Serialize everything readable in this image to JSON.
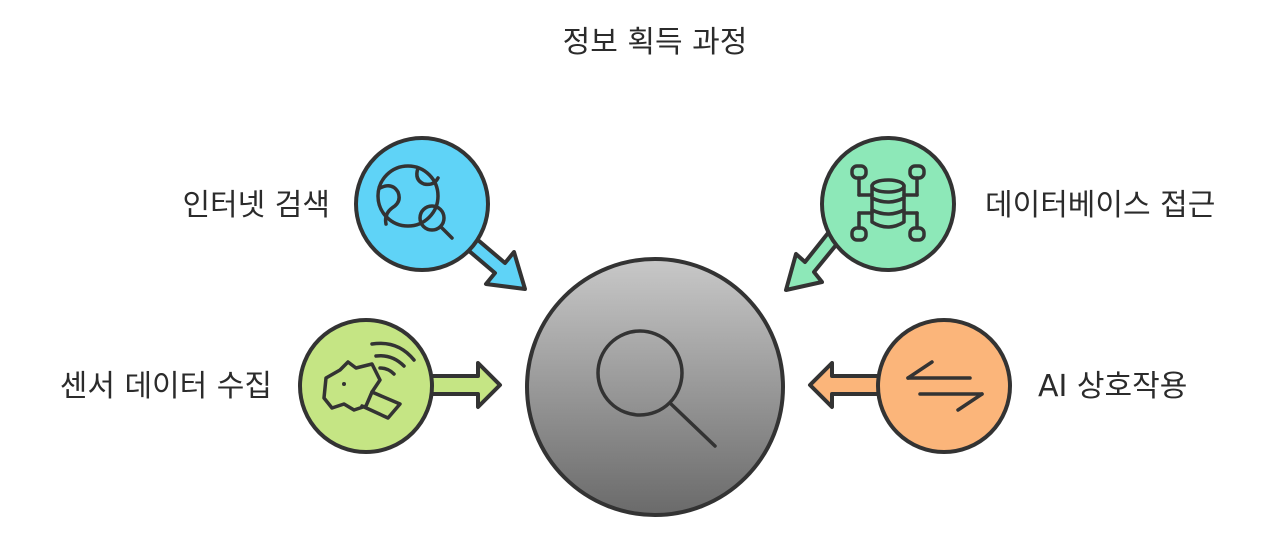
{
  "title": "정보 획득 과정",
  "center": {
    "icon": "magnifier-icon",
    "color": "#8a8a8a"
  },
  "sources": [
    {
      "id": "internet",
      "label": "인터넷 검색",
      "icon": "globe-search-icon",
      "color": "#5fd3f7"
    },
    {
      "id": "database",
      "label": "데이터베이스 접근",
      "icon": "database-network-icon",
      "color": "#8de8b8"
    },
    {
      "id": "sensor",
      "label": "센서 데이터 수집",
      "icon": "dog-sensor-icon",
      "color": "#c5e584"
    },
    {
      "id": "ai",
      "label": "AI 상호작용",
      "icon": "exchange-arrows-icon",
      "color": "#fbb57a"
    }
  ]
}
